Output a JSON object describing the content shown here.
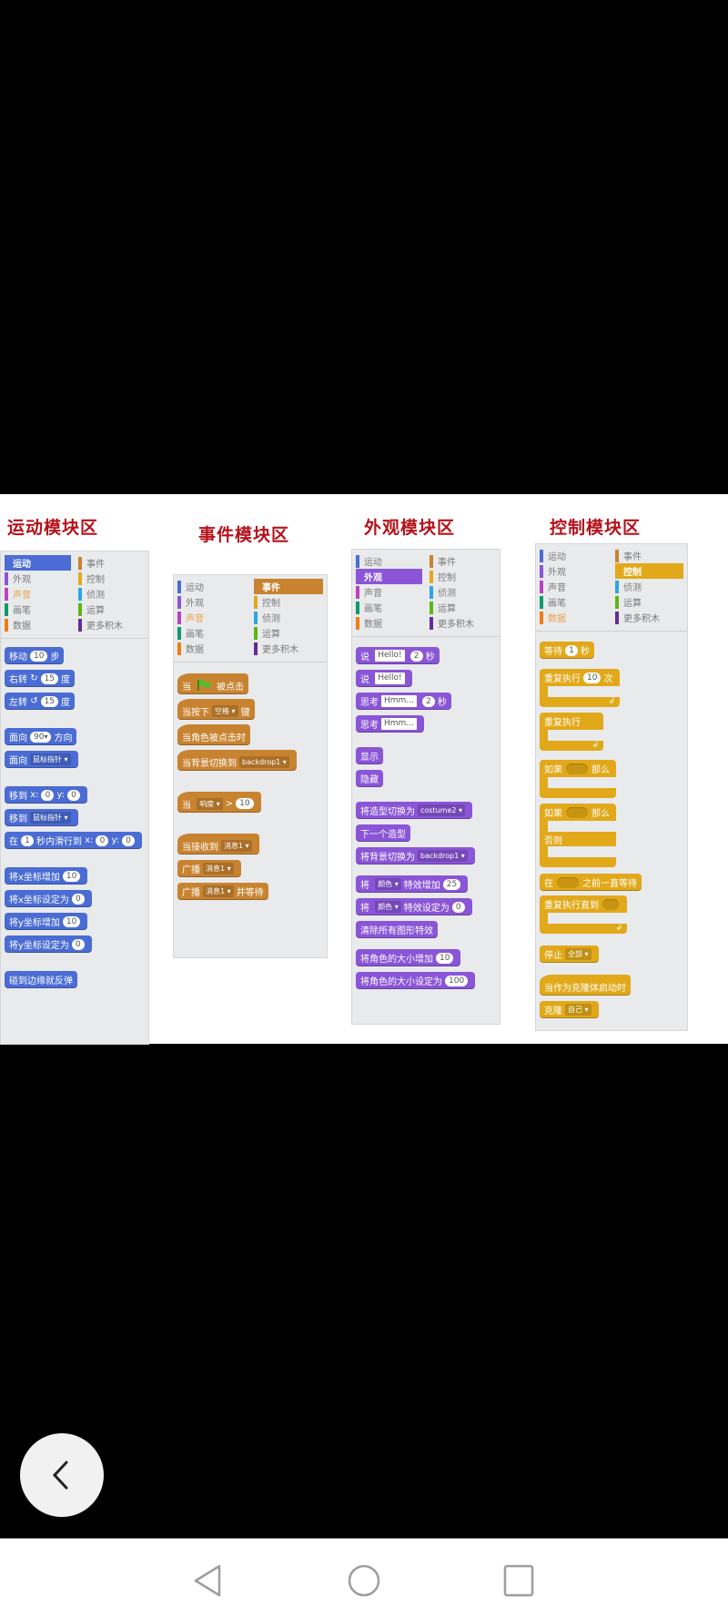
{
  "image": {
    "panels": [
      {
        "title": "运动模块区",
        "categories_left": [
          {
            "label": "运动",
            "color": "#4a6cd4",
            "active": true
          },
          {
            "label": "外观",
            "color": "#8a55d7"
          },
          {
            "label": "声音",
            "color": "#bb42c3"
          },
          {
            "label": "画笔",
            "color": "#0e9a6c"
          },
          {
            "label": "数据",
            "color": "#ee7d16"
          }
        ],
        "categories_right": [
          {
            "label": "事件",
            "color": "#c88330"
          },
          {
            "label": "控制",
            "color": "#e1a91a"
          },
          {
            "label": "侦测",
            "color": "#2ca5e2"
          },
          {
            "label": "运算",
            "color": "#5cb712"
          },
          {
            "label": "更多积木",
            "color": "#632d99"
          }
        ],
        "blocks": {
          "move": {
            "a": "移动",
            "v": "10",
            "b": "步"
          },
          "turn_right": {
            "a": "右转",
            "icon": "↻",
            "v": "15",
            "b": "度"
          },
          "turn_left": {
            "a": "左转",
            "icon": "↺",
            "v": "15",
            "b": "度"
          },
          "point_dir": {
            "a": "面向",
            "v": "90",
            "b": "方向"
          },
          "point_towards": {
            "a": "面向",
            "dd": "鼠标指针"
          },
          "goto_xy": {
            "a": "移到",
            "x": "x:",
            "xv": "0",
            "y": "y:",
            "yv": "0"
          },
          "goto": {
            "a": "移到",
            "dd": "鼠标指针"
          },
          "glide": {
            "a": "在",
            "v": "1",
            "b": "秒内滑行到",
            "x": "x:",
            "xv": "0",
            "y": "y:",
            "yv": "0"
          },
          "change_x": {
            "a": "将x坐标增加",
            "v": "10"
          },
          "set_x": {
            "a": "将x坐标设定为",
            "v": "0"
          },
          "change_y": {
            "a": "将y坐标增加",
            "v": "10"
          },
          "set_y": {
            "a": "将y坐标设定为",
            "v": "0"
          },
          "bounce": {
            "a": "碰到边缘就反弹"
          }
        }
      },
      {
        "title": "事件模块区",
        "active": "事件",
        "blocks": {
          "flag_clicked": {
            "a": "当",
            "b": "被点击"
          },
          "key_pressed": {
            "a": "当按下",
            "dd": "空格",
            "b": "键"
          },
          "sprite_clicked": {
            "a": "当角色被点击时"
          },
          "backdrop_switch": {
            "a": "当背景切换到",
            "dd": "backdrop1"
          },
          "when_gt": {
            "a": "当",
            "dd": "响度",
            "op": ">",
            "v": "10"
          },
          "receive": {
            "a": "当接收到",
            "dd": "消息1"
          },
          "broadcast": {
            "a": "广播",
            "dd": "消息1"
          },
          "broadcast_wait": {
            "a": "广播",
            "dd": "消息1",
            "b": "并等待"
          }
        }
      },
      {
        "title": "外观模块区",
        "active": "外观",
        "blocks": {
          "say_secs": {
            "a": "说",
            "t": "Hello!",
            "v": "2",
            "b": "秒"
          },
          "say": {
            "a": "说",
            "t": "Hello!"
          },
          "think_secs": {
            "a": "思考",
            "t": "Hmm...",
            "v": "2",
            "b": "秒"
          },
          "think": {
            "a": "思考",
            "t": "Hmm..."
          },
          "show": {
            "a": "显示"
          },
          "hide": {
            "a": "隐藏"
          },
          "switch_costume": {
            "a": "将造型切换为",
            "dd": "costume2"
          },
          "next_costume": {
            "a": "下一个造型"
          },
          "switch_backdrop": {
            "a": "将背景切换为",
            "dd": "backdrop1"
          },
          "change_effect": {
            "a": "将",
            "dd": "颜色",
            "b": "特效增加",
            "v": "25"
          },
          "set_effect": {
            "a": "将",
            "dd": "颜色",
            "b": "特效设定为",
            "v": "0"
          },
          "clear_effects": {
            "a": "清除所有图形特效"
          },
          "change_size": {
            "a": "将角色的大小增加",
            "v": "10"
          },
          "set_size": {
            "a": "将角色的大小设定为",
            "v": "100"
          }
        }
      },
      {
        "title": "控制模块区",
        "active": "控制",
        "blocks": {
          "wait": {
            "a": "等待",
            "v": "1",
            "b": "秒"
          },
          "repeat": {
            "a": "重复执行",
            "v": "10",
            "b": "次"
          },
          "forever": {
            "a": "重复执行"
          },
          "if_then": {
            "a": "如果",
            "b": "那么"
          },
          "if_else": {
            "a": "如果",
            "b": "那么",
            "else": "否则"
          },
          "wait_until": {
            "a": "在",
            "b": "之前一直等待"
          },
          "repeat_until": {
            "a": "重复执行直到"
          },
          "stop": {
            "a": "停止",
            "dd": "全部"
          },
          "clone_start": {
            "a": "当作为克隆体启动时"
          },
          "create_clone": {
            "a": "克隆",
            "dd": "自己"
          }
        }
      }
    ]
  },
  "back_button": {
    "icon": "chevron-left"
  },
  "nav_bar": {
    "back": "back",
    "home": "home",
    "recents": "recents"
  }
}
